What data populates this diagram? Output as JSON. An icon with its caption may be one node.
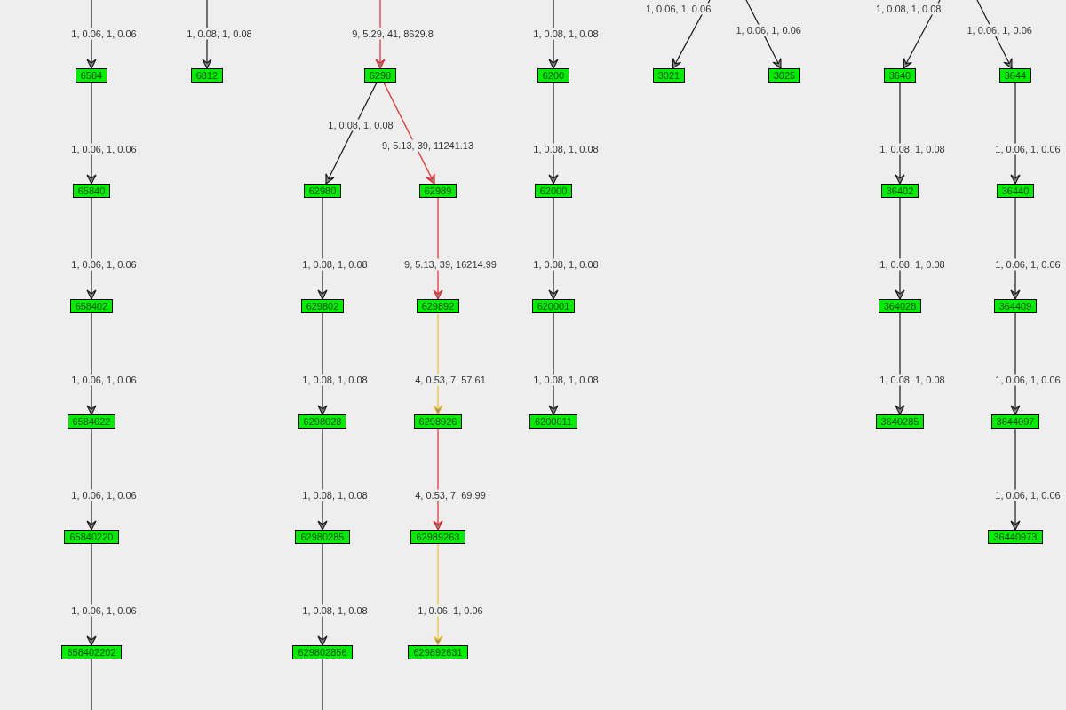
{
  "diagram": {
    "nodes": [
      {
        "text": [
          "6584"
        ]
      },
      {
        "text": [
          "65840"
        ]
      },
      {
        "text": [
          "658402"
        ]
      },
      {
        "text": [
          "6584022"
        ]
      },
      {
        "text": [
          "65840220"
        ]
      },
      {
        "text": [
          "658402202"
        ]
      },
      {
        "text": [
          "6812"
        ]
      },
      {
        "text": [
          "6298"
        ]
      },
      {
        "text": [
          "62980"
        ]
      },
      {
        "text": [
          "62989"
        ]
      },
      {
        "text": [
          "629802"
        ]
      },
      {
        "text": [
          "629892"
        ]
      },
      {
        "text": [
          "6298028"
        ]
      },
      {
        "text": [
          "6298926"
        ]
      },
      {
        "text": [
          "62980285"
        ]
      },
      {
        "text": [
          "62989263"
        ]
      },
      {
        "text": [
          "629802856"
        ]
      },
      {
        "text": [
          "629892631"
        ]
      },
      {
        "text": [
          "6200"
        ]
      },
      {
        "text": [
          "62000"
        ]
      },
      {
        "text": [
          "620001"
        ]
      },
      {
        "text": [
          "6200011"
        ]
      },
      {
        "text": [
          "3021"
        ]
      },
      {
        "text": [
          "3025"
        ]
      },
      {
        "text": [
          "3640"
        ]
      },
      {
        "text": [
          "3644"
        ]
      },
      {
        "text": [
          "36402"
        ]
      },
      {
        "text": [
          "36440"
        ]
      },
      {
        "text": [
          "364028"
        ]
      },
      {
        "text": [
          "364409"
        ]
      },
      {
        "text": [
          "3640285"
        ]
      },
      {
        "text": [
          "3644097"
        ]
      },
      {
        "text": [
          "36440973"
        ]
      }
    ],
    "edges": [
      {
        "from": null,
        "to": 0,
        "arrow": "to",
        "label": "1, 0.06, 1, 0.06"
      },
      {
        "from": 0,
        "to": 1,
        "arrow": "to",
        "label": "1, 0.06, 1, 0.06"
      },
      {
        "from": 1,
        "to": 2,
        "arrow": "to",
        "label": "1, 0.06, 1, 0.06"
      },
      {
        "from": 2,
        "to": 3,
        "arrow": "to",
        "label": "1, 0.06, 1, 0.06"
      },
      {
        "from": 3,
        "to": 4,
        "arrow": "to",
        "label": "1, 0.06, 1, 0.06"
      },
      {
        "from": 4,
        "to": 5,
        "arrow": "to",
        "label": "1, 0.06, 1, 0.06"
      },
      {
        "from": 5,
        "to": null,
        "arrow": "none"
      },
      {
        "from": null,
        "to": 6,
        "arrow": "to",
        "label": "1, 0.08, 1, 0.08"
      },
      {
        "from": null,
        "to": 7,
        "arrow": "to",
        "label": "9, 5.29, 41, 8629.8",
        "color": "#e8262a"
      },
      {
        "from": 7,
        "to": 8,
        "arrow": "to",
        "label": "1, 0.08, 1, 0.08"
      },
      {
        "from": 7,
        "to": 9,
        "arrow": "to",
        "label": "9, 5.13, 39, 11241.13",
        "color": "#e8262a"
      },
      {
        "from": 8,
        "to": 10,
        "arrow": "to",
        "label": "1, 0.08, 1, 0.08"
      },
      {
        "from": 10,
        "to": 12,
        "arrow": "to",
        "label": "1, 0.08, 1, 0.08"
      },
      {
        "from": 12,
        "to": 14,
        "arrow": "to",
        "label": "1, 0.08, 1, 0.08"
      },
      {
        "from": 14,
        "to": 16,
        "arrow": "to",
        "label": "1, 0.08, 1, 0.08"
      },
      {
        "from": 16,
        "to": null,
        "arrow": "none"
      },
      {
        "from": 9,
        "to": 11,
        "arrow": "to",
        "label": "9, 5.13, 39, 16214.99",
        "color": "#e8262a"
      },
      {
        "from": 11,
        "to": 13,
        "arrow": "to",
        "label": "4, 0.53, 7, 57.61",
        "color": "#f0c030"
      },
      {
        "from": 13,
        "to": 15,
        "arrow": "to",
        "label": "4, 0.53, 7, 69.99",
        "color": "#e8262a"
      },
      {
        "from": 15,
        "to": 17,
        "arrow": "to",
        "label": "1, 0.06, 1, 0.06",
        "color": "#f0c030"
      },
      {
        "from": null,
        "to": 18,
        "arrow": "to",
        "label": "1, 0.08, 1, 0.08"
      },
      {
        "from": 18,
        "to": 19,
        "arrow": "to",
        "label": "1, 0.08, 1, 0.08"
      },
      {
        "from": 19,
        "to": 20,
        "arrow": "to",
        "label": "1, 0.08, 1, 0.08"
      },
      {
        "from": 20,
        "to": 21,
        "arrow": "to",
        "label": "1, 0.08, 1, 0.08"
      },
      {
        "from": null,
        "to": 22,
        "arrow": "to",
        "label": "1, 0.06, 1, 0.06"
      },
      {
        "from": null,
        "to": 23,
        "arrow": "to",
        "label": "1, 0.06, 1, 0.06"
      },
      {
        "from": null,
        "to": 24,
        "arrow": "to",
        "label": "1, 0.08, 1, 0.08"
      },
      {
        "from": null,
        "to": 25,
        "arrow": "to",
        "label": "1, 0.06, 1, 0.06"
      },
      {
        "from": 24,
        "to": 26,
        "arrow": "to",
        "label": "1, 0.08, 1, 0.08"
      },
      {
        "from": 26,
        "to": 28,
        "arrow": "to",
        "label": "1, 0.08, 1, 0.08"
      },
      {
        "from": 28,
        "to": 30,
        "arrow": "to",
        "label": "1, 0.08, 1, 0.08"
      },
      {
        "from": 25,
        "to": 27,
        "arrow": "to",
        "label": "1, 0.06, 1, 0.06"
      },
      {
        "from": 27,
        "to": 29,
        "arrow": "to",
        "label": "1, 0.06, 1, 0.06"
      },
      {
        "from": 29,
        "to": 31,
        "arrow": "to",
        "label": "1, 0.06, 1, 0.06"
      },
      {
        "from": 31,
        "to": 32,
        "arrow": "to",
        "label": "1, 0.06, 1, 0.06"
      }
    ]
  }
}
